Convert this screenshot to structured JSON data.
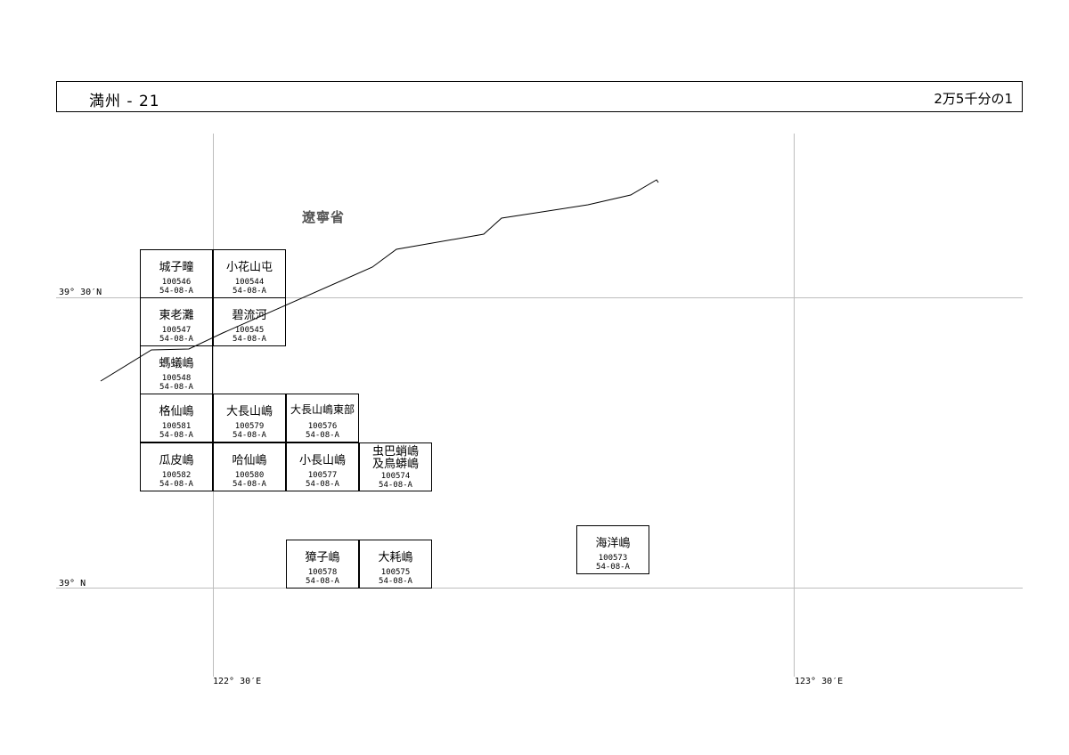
{
  "header": {
    "title": "満州 - 21",
    "scale": "2万5千分の1"
  },
  "province_label": "遼寧省",
  "coordinates": {
    "lat_top": "39° 30′N",
    "lat_bottom": "39° N",
    "lon_left": "122° 30′E",
    "lon_right": "123° 30′E"
  },
  "sheets": [
    {
      "name": "城子疃",
      "id": "100546",
      "series": "54-08-A"
    },
    {
      "name": "小花山屯",
      "id": "100544",
      "series": "54-08-A"
    },
    {
      "name": "東老灘",
      "id": "100547",
      "series": "54-08-A"
    },
    {
      "name": "碧流河",
      "id": "100545",
      "series": "54-08-A"
    },
    {
      "name": "螞蟻嶋",
      "id": "100548",
      "series": "54-08-A"
    },
    {
      "name": "格仙嶋",
      "id": "100581",
      "series": "54-08-A"
    },
    {
      "name": "大長山嶋",
      "id": "100579",
      "series": "54-08-A"
    },
    {
      "name": "大長山嶋東部",
      "id": "100576",
      "series": "54-08-A"
    },
    {
      "name": "瓜皮嶋",
      "id": "100582",
      "series": "54-08-A"
    },
    {
      "name": "哈仙嶋",
      "id": "100580",
      "series": "54-08-A"
    },
    {
      "name": "小長山嶋",
      "id": "100577",
      "series": "54-08-A"
    },
    {
      "name": "虫巴蛸嶋及鳥蟒嶋",
      "id": "100574",
      "series": "54-08-A"
    },
    {
      "name": "獐子嶋",
      "id": "100578",
      "series": "54-08-A"
    },
    {
      "name": "大耗嶋",
      "id": "100575",
      "series": "54-08-A"
    },
    {
      "name": "海洋嶋",
      "id": "100573",
      "series": "54-08-A"
    }
  ]
}
